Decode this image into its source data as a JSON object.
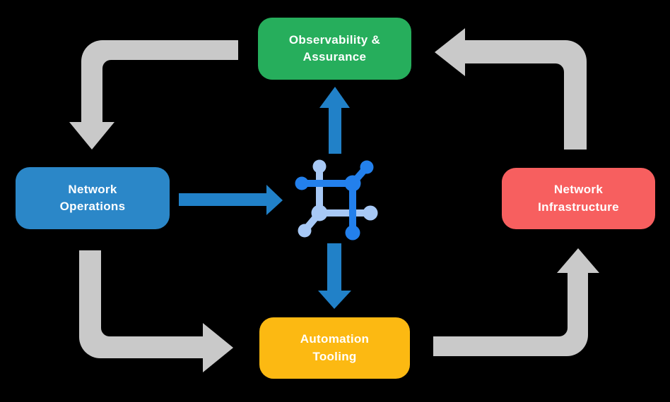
{
  "colors": {
    "background": "#000000",
    "text": "#ffffff",
    "arrow_gray": "#c9c9c9",
    "arrow_blue": "#2181c8",
    "icon_dark_blue": "#2380ec",
    "icon_light_blue": "#a7c8f5"
  },
  "diagram": {
    "nodes": [
      {
        "id": "observability",
        "label": "Observability &\nAssurance",
        "color": "#26ae5c"
      },
      {
        "id": "network-operations",
        "label": "Network\nOperations",
        "color": "#2b87c8"
      },
      {
        "id": "network-infrastructure",
        "label": "Network\nInfrastructure",
        "color": "#f75f5f"
      },
      {
        "id": "automation-tooling",
        "label": "Automation\nTooling",
        "color": "#fcb912"
      }
    ],
    "center_icon": "network-mesh-icon",
    "cycle_arrows": [
      {
        "from": "observability",
        "to": "network-operations"
      },
      {
        "from": "network-operations",
        "to": "automation-tooling"
      },
      {
        "from": "automation-tooling",
        "to": "network-infrastructure"
      },
      {
        "from": "network-infrastructure",
        "to": "observability"
      }
    ],
    "flow_arrows": [
      {
        "from": "network-operations",
        "to": "center-icon"
      },
      {
        "from": "center-icon",
        "to": "observability"
      },
      {
        "from": "center-icon",
        "to": "automation-tooling"
      }
    ]
  }
}
